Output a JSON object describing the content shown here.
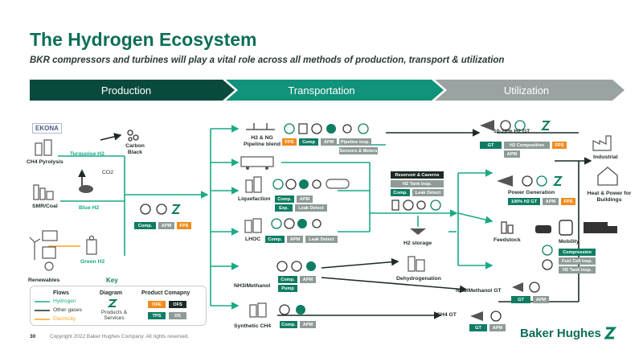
{
  "header": {
    "title": "The Hydrogen Ecosystem",
    "subtitle": "BKR compressors and turbines will play a vital role across all methods of production, transport & utilization"
  },
  "phases": [
    "Production",
    "Transportation",
    "Utilization"
  ],
  "colors": {
    "hydrogen": "#1aa987",
    "other_gases": "#1d2b28",
    "electricity": "#f5a623",
    "brand": "#0d6e57"
  },
  "production": {
    "ekona": "EKONA",
    "ch4_pyrolysis": "CH4 Pyrolysis",
    "turquoise_h2": "Turquoise H2",
    "carbon_black": "Carbon Black",
    "co2": "CO2",
    "smr_coal": "SMR/Coal",
    "blue_h2": "Blue H2",
    "renewables": "Renewables",
    "green_h2": "Green H2",
    "tags": [
      "Comp.",
      "APM",
      "FPS"
    ]
  },
  "transport": {
    "pipeline_blend": "H2 & NG Pipeline blend",
    "pipeline_tags": [
      "FPS",
      "Comp",
      "APM",
      "Pipeline insp.",
      "Sensors & Meters"
    ],
    "liquefaction": "Liquefaction",
    "liq_tags": [
      "Comp.",
      "APM",
      "Exp.",
      "Leak Detect"
    ],
    "lhoc": "LHOC",
    "lhoc_tags": [
      "Comp.",
      "APM",
      "Leak Detect"
    ],
    "storage_tags": [
      "Reservoir & Caverns",
      "H2 Tank insp.",
      "Comp.",
      "Leak Detect"
    ],
    "h2_storage": "H2 storage",
    "nh3": "NH3/Methanol",
    "nh3_tags": [
      "Comp.",
      "APM",
      "Pump"
    ],
    "synthetic": "Synthetic CH4",
    "synthetic_tags": [
      "Comp.",
      "APM"
    ],
    "dehydrogenation": "Dehydrogenation"
  },
  "utilization": {
    "gt_label": "10-20% H2 GT",
    "gt_tags": [
      "GT",
      "H2 Composition",
      "FPS",
      "APM"
    ],
    "industrial": "Industrial",
    "power_generation": "Power Generation",
    "power_tags": [
      "100% H2 GT",
      "APM",
      "FPS"
    ],
    "heat_power": "Heat & Power for Buildings",
    "feedstock": "Feedstock",
    "mobility": "Mobility",
    "mobility_tags": [
      "Compression",
      "Fuel Cell insp.",
      "H2 Tank insp."
    ],
    "nh3_gt": "NH3/Methanol GT",
    "nh3_gt_tags": [
      "GT",
      "APM"
    ],
    "ch4_gt": "CH4 GT",
    "ch4_gt_tags": [
      "GT",
      "APM"
    ]
  },
  "key": {
    "title": "Key",
    "flows_head": "Flows",
    "flows": [
      "Hydrogen",
      "Other gases",
      "Electricity"
    ],
    "diagram_head": "Diagram",
    "diagram_item": "Products & Services",
    "product_head": "Product Comapny",
    "product_tags": [
      "OFE",
      "OFS",
      "TPS",
      "DS"
    ]
  },
  "footer": {
    "page": "30",
    "copyright": "Copyright 2022 Baker Hughes Company. All rights reserved.",
    "brand": "Baker Hughes"
  }
}
